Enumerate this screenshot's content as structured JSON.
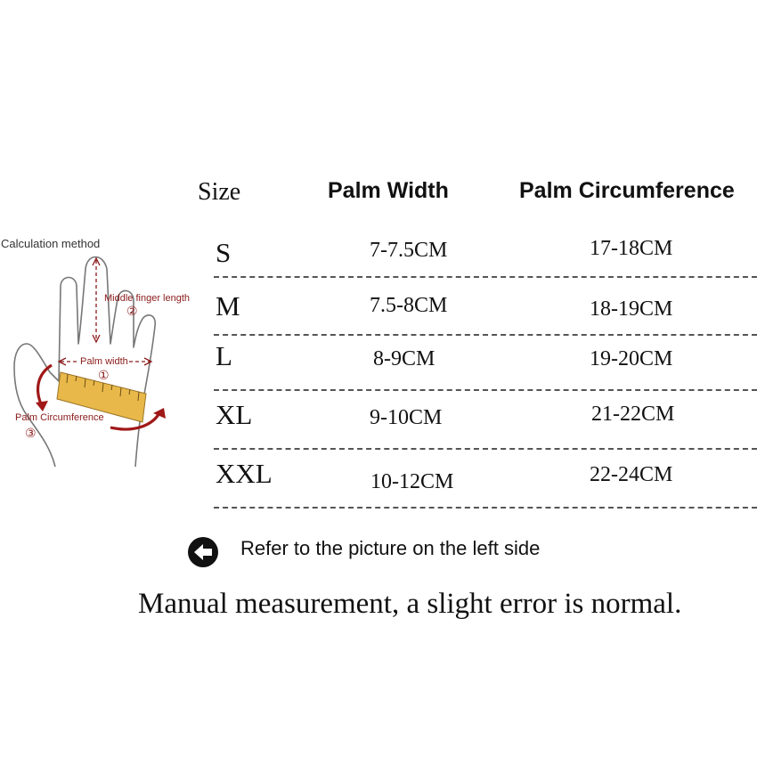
{
  "table": {
    "headers": {
      "size": "Size",
      "width": "Palm Width",
      "circumference": "Palm Circumference"
    },
    "rows": [
      {
        "size": "S",
        "width": "7-7.5CM",
        "circumference": "17-18CM"
      },
      {
        "size": "M",
        "width": "7.5-8CM",
        "circumference": "18-19CM"
      },
      {
        "size": "L",
        "width": "8-9CM",
        "circumference": "19-20CM"
      },
      {
        "size": "XL",
        "width": "9-10CM",
        "circumference": "21-22CM"
      },
      {
        "size": "XXL",
        "width": "10-12CM",
        "circumference": "22-24CM"
      }
    ]
  },
  "diagram": {
    "title": "Calculation method",
    "middle_finger": "Middle finger length",
    "middle_finger_num": "②",
    "palm_width": "Palm width",
    "palm_width_num": "①",
    "palm_circumference": "Palm Circumference",
    "palm_circumference_num": "③"
  },
  "refer_text": "Refer to the picture on the left side",
  "note": "Manual measurement, a slight error is normal.",
  "colors": {
    "text": "#111111",
    "accent": "#8b1a1a",
    "ruler": "#e8b84a",
    "outline": "#777777"
  }
}
